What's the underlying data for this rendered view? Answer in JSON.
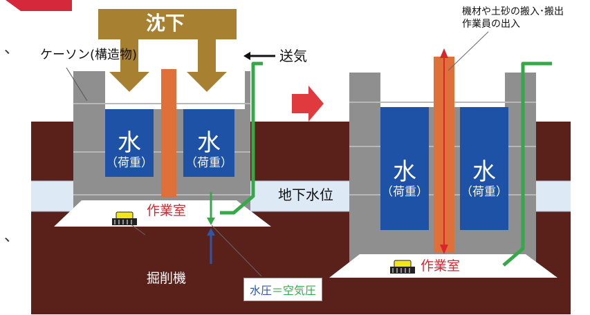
{
  "header": {
    "title": "沈下"
  },
  "labels": {
    "caisson": "ケーソン(構造物)",
    "air_supply": "送気",
    "groundwater_level": "地下水位",
    "work_chamber_left": "作業室",
    "work_chamber_right": "作業室",
    "excavator": "掘削機",
    "pressure_water": "水圧",
    "pressure_equals": "＝",
    "pressure_air": "空気圧",
    "material_line1": "機材や土砂の搬入･搬出",
    "material_line2": "作業員の出入"
  },
  "water_tanks": {
    "left_a": {
      "char": "水",
      "note": "（荷重）"
    },
    "left_b": {
      "char": "水",
      "note": "（荷重）"
    },
    "right_a": {
      "char": "水",
      "note": "（荷重）"
    },
    "right_b": {
      "char": "水",
      "note": "（荷重）"
    }
  },
  "margin_glyphs": [
    "、",
    "、"
  ],
  "colors": {
    "soil": "#5a211b",
    "groundwater": "#dde9f4",
    "concrete": "#8f8f8f",
    "water": "#1e52a6",
    "shaft": "#e0703a",
    "air_line": "#35a848",
    "sink_arrow": "#a88032",
    "transition_arrow": "#e03a3e",
    "label_red": "#d9262c",
    "pressure_blue": "#2f57a8"
  }
}
